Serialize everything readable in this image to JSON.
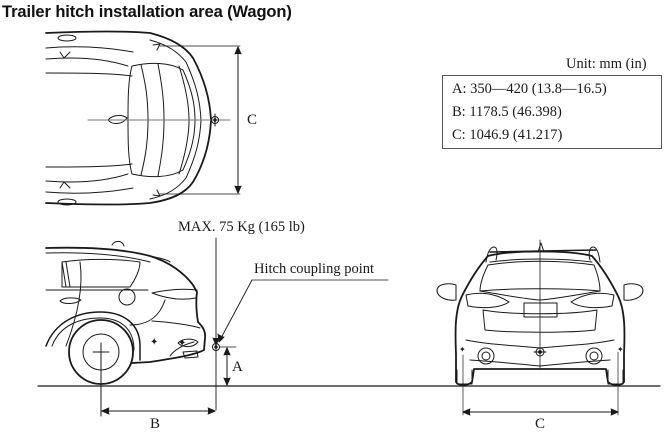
{
  "title": "Trailer hitch installation area (Wagon)",
  "unit_label": "Unit: mm (in)",
  "specs": [
    {
      "key": "A",
      "text": "A: 350—420 (13.8—16.5)"
    },
    {
      "key": "B",
      "text": "B: 1178.5 (46.398)"
    },
    {
      "key": "C",
      "text": "C: 1046.9 (41.217)"
    }
  ],
  "annotations": {
    "max_load": "MAX. 75 Kg (165 lb)",
    "hitch_point": "Hitch coupling point"
  },
  "dimension_labels": {
    "top_view_c": "C",
    "side_view_a": "A",
    "side_view_b": "B",
    "rear_view_c": "C"
  },
  "views": [
    "top-view",
    "side-view",
    "rear-view"
  ]
}
